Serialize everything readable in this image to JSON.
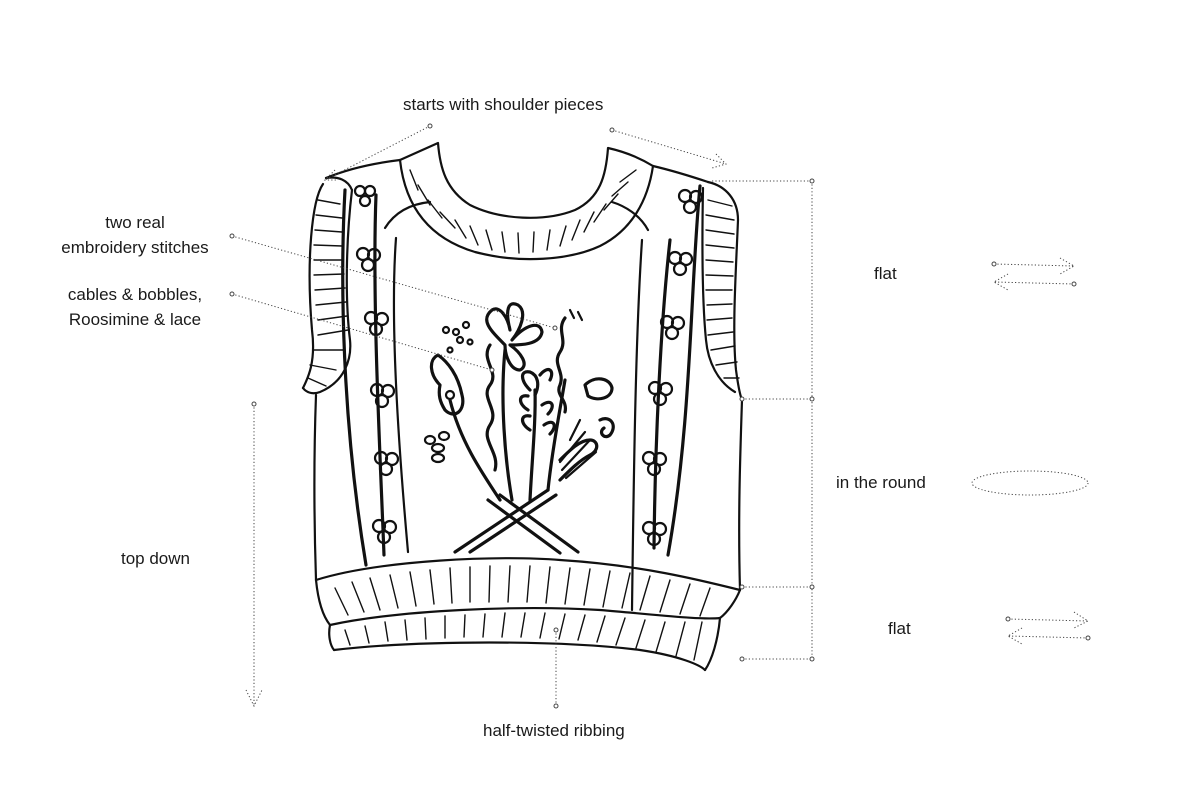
{
  "labels": {
    "shoulder": "starts with shoulder pieces",
    "embroidery_line1": "two real",
    "embroidery_line2": "embroidery stitches",
    "cables_line1": "cables & bobbles,",
    "cables_line2": "Roosimine & lace",
    "top_down": "top down",
    "flat_upper": "flat",
    "in_round": "in the round",
    "flat_lower": "flat",
    "ribbing": "half-twisted ribbing"
  },
  "icons": {
    "upper_flat": "back-and-forth-arrows-icon",
    "in_round": "ellipse-loop-icon",
    "lower_flat": "back-and-forth-arrows-icon",
    "direction": "down-arrow-icon"
  }
}
